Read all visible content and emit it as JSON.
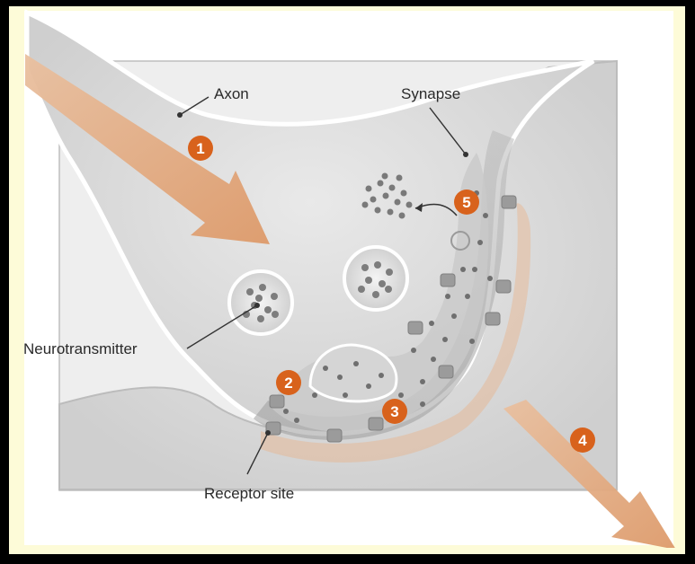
{
  "diagram": {
    "labels": {
      "axon": "Axon",
      "synapse": "Synapse",
      "neurotransmitter": "Neurotransmitter",
      "receptor_site": "Receptor site"
    },
    "steps": [
      "1",
      "2",
      "3",
      "4",
      "5"
    ]
  },
  "colors": {
    "frame": "#000000",
    "background": "#fdfbd8",
    "paper": "#ffffff",
    "cell": "#dedede",
    "arrow": "#e2a77c",
    "badge": "#d8621c"
  }
}
